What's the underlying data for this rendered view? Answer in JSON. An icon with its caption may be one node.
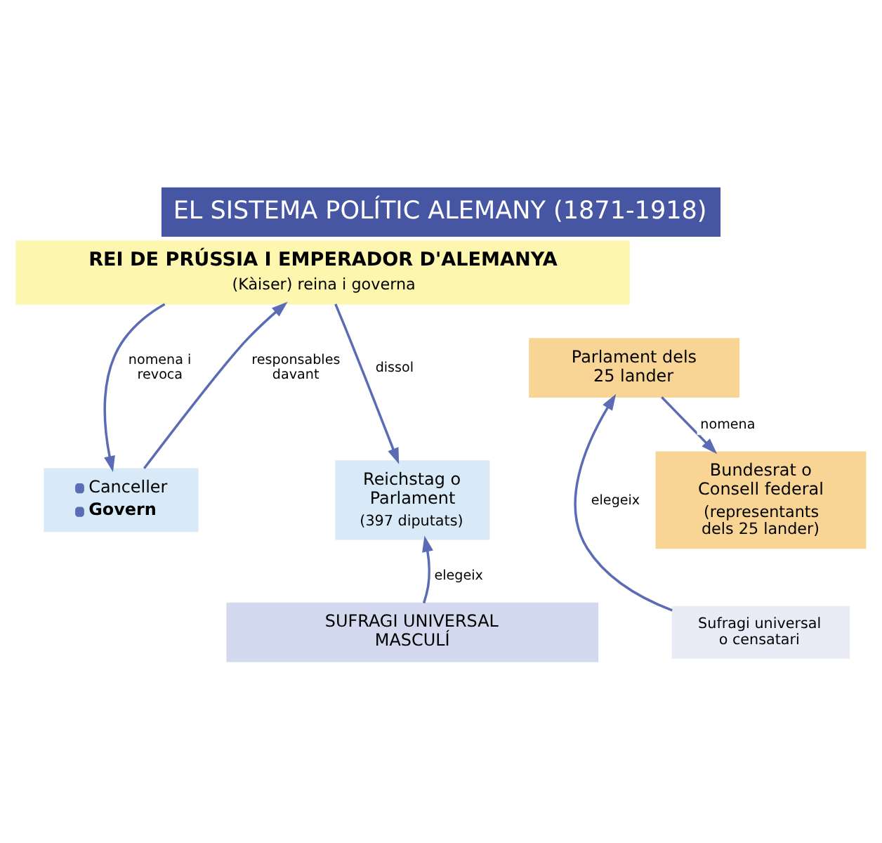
{
  "diagram": {
    "title": "EL SISTEMA POLÍTIC ALEMANY (1871-1918)",
    "nodes": [
      {
        "text": [
          "REI DE PRÚSSIA I EMPERADOR D'ALEMANYA",
          "(Kàiser) reina i governa"
        ]
      },
      {
        "text": [
          "Canceller",
          "Govern"
        ]
      },
      {
        "text": [
          "Reichstag o Parlament",
          "(397 diputats)"
        ]
      },
      {
        "text": [
          "Parlament dels 25 lander"
        ]
      },
      {
        "text": [
          "Bundesrat o Consell federal",
          "(representants dels 25 lander)"
        ]
      },
      {
        "text": [
          "SUFRAGI UNIVERSAL MASCULÍ"
        ]
      },
      {
        "text": [
          "Sufragi universal o censatari"
        ]
      }
    ],
    "edges": [
      {
        "from": 1,
        "to": 0,
        "arrow": "to",
        "label": "responsables davant"
      },
      {
        "from": 0,
        "to": 1,
        "arrow": "to",
        "label": "nomena i revoca"
      },
      {
        "from": 0,
        "to": 2,
        "arrow": "to",
        "label": "dissol"
      },
      {
        "from": 3,
        "to": 4,
        "arrow": "to",
        "label": "nomena"
      },
      {
        "from": 5,
        "to": 2,
        "arrow": "to",
        "label": "elegeix"
      },
      {
        "from": 6,
        "to": 3,
        "arrow": "to",
        "label": "elegeix"
      }
    ]
  }
}
